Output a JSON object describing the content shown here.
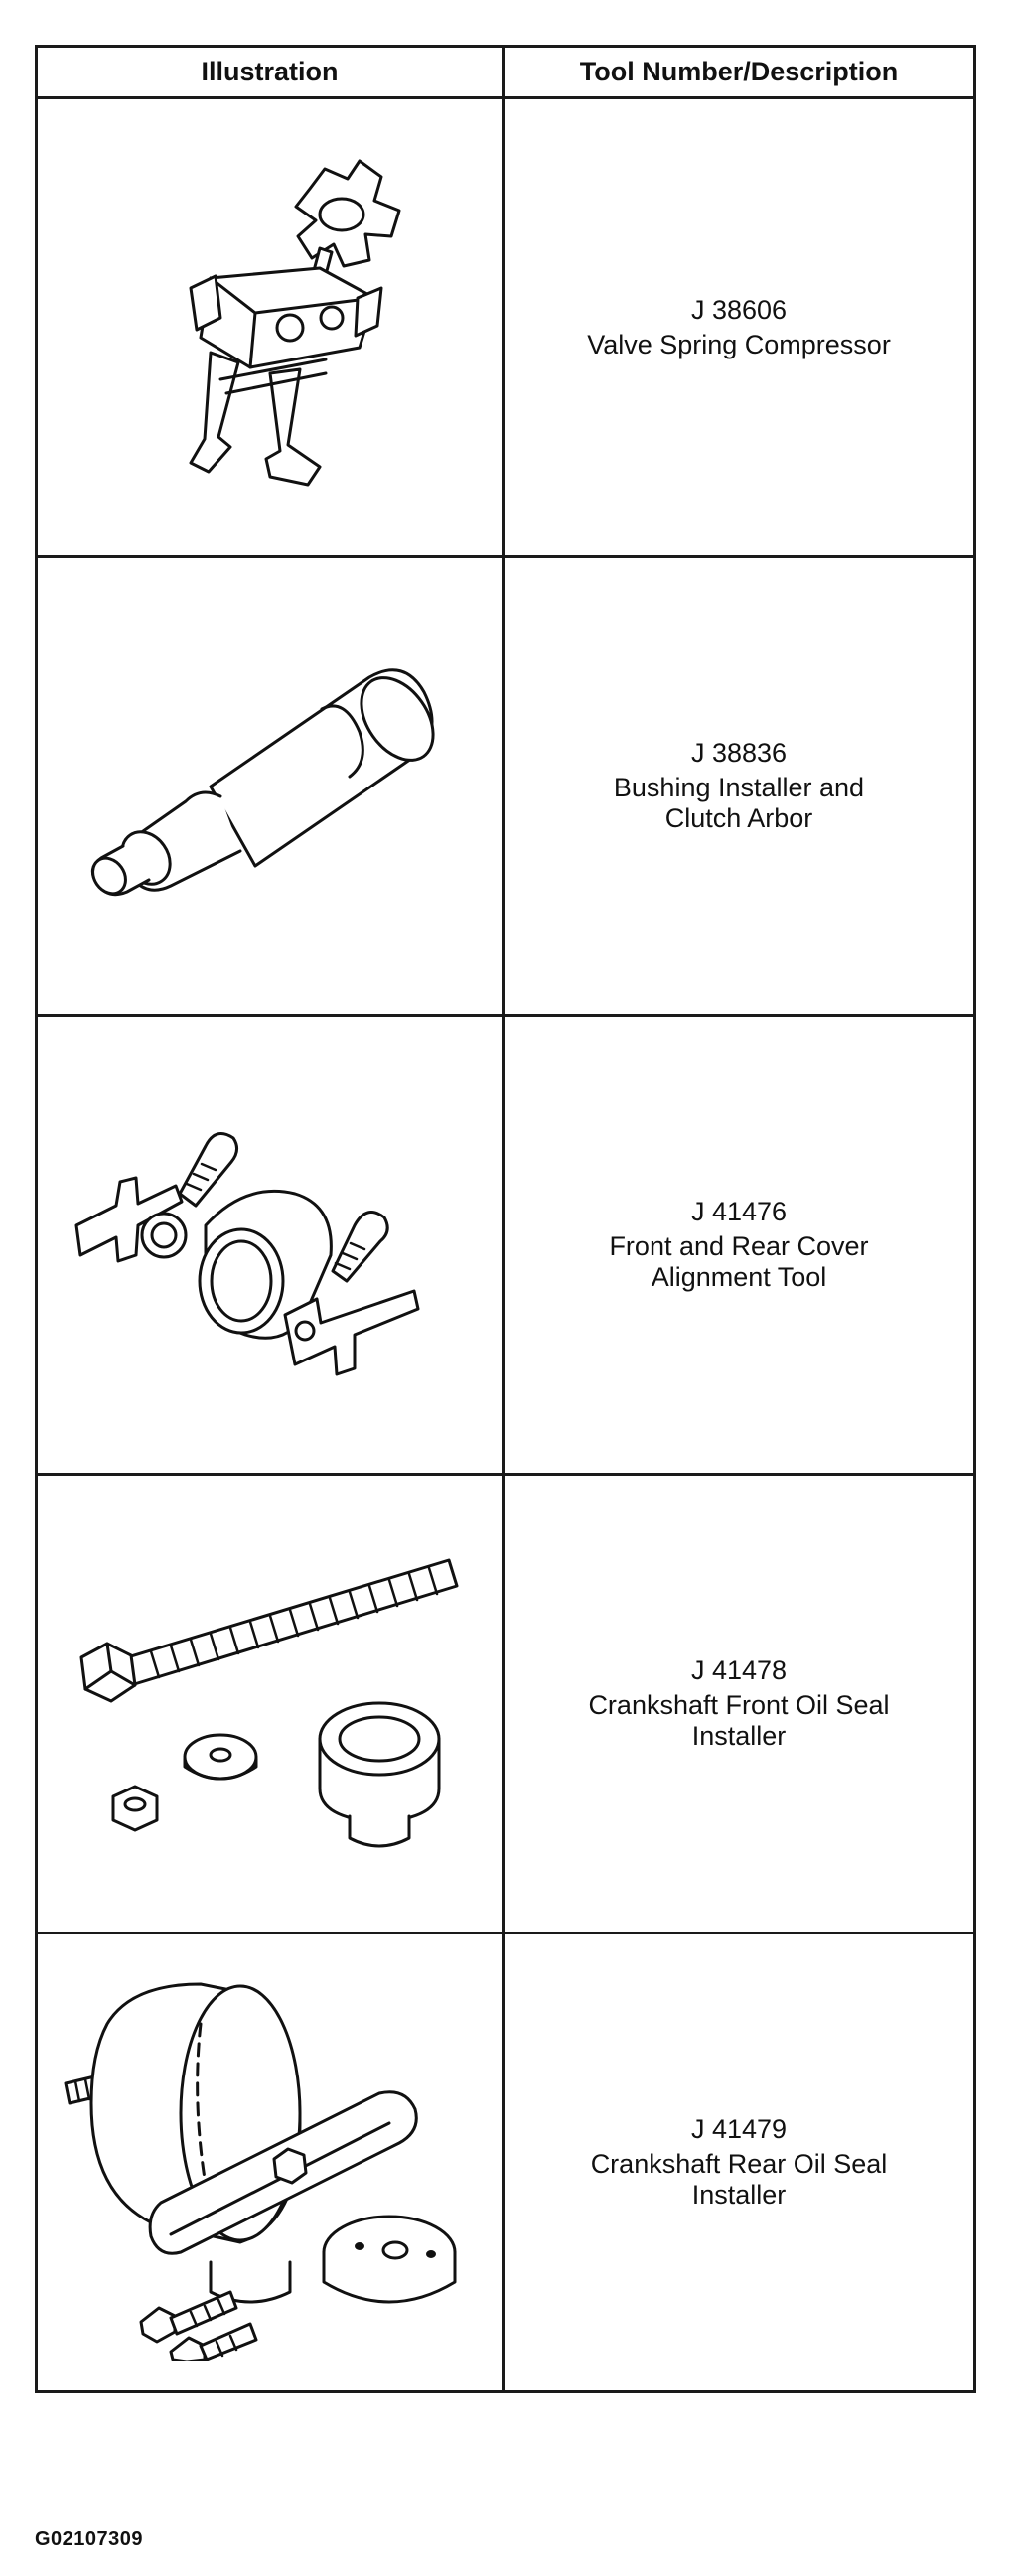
{
  "table": {
    "headers": {
      "illustration": "Illustration",
      "tool": "Tool Number/Description"
    },
    "rows": [
      {
        "number": "J 38606",
        "description": "Valve Spring Compressor",
        "illustration_icon": "valve-spring-compressor-drawing"
      },
      {
        "number": "J 38836",
        "description": "Bushing Installer and\nClutch Arbor",
        "illustration_icon": "bushing-installer-drawing"
      },
      {
        "number": "J 41476",
        "description": "Front and Rear Cover\nAlignment Tool",
        "illustration_icon": "alignment-tool-drawing"
      },
      {
        "number": "J 41478",
        "description": "Crankshaft Front Oil Seal\nInstaller",
        "illustration_icon": "front-seal-installer-drawing"
      },
      {
        "number": "J 41479",
        "description": "Crankshaft Rear Oil Seal\nInstaller",
        "illustration_icon": "rear-seal-installer-drawing"
      }
    ]
  },
  "figure_code": "G02107309"
}
